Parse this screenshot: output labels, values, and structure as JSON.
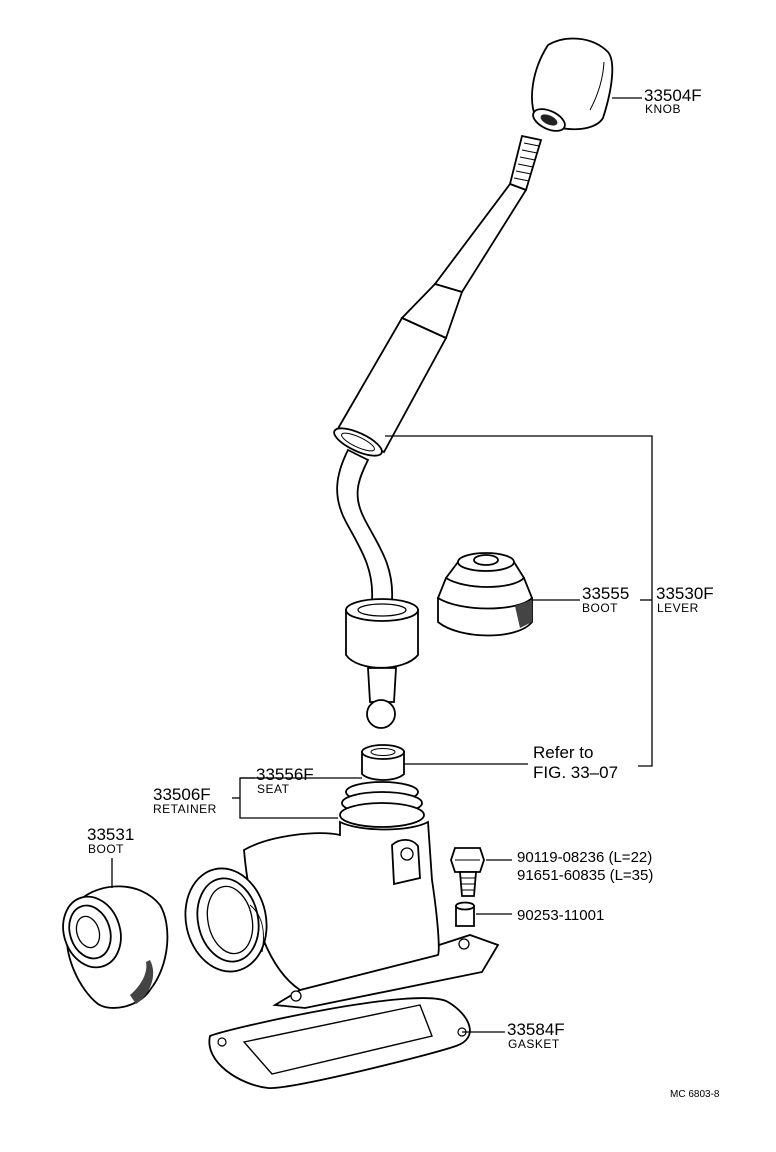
{
  "labels": {
    "knob": {
      "part_no": "33504F",
      "name": "KNOB"
    },
    "lever": {
      "part_no": "33530F",
      "name": "LEVER"
    },
    "boot_upper": {
      "part_no": "33555",
      "name": "BOOT"
    },
    "seat": {
      "part_no": "33556F",
      "name": "SEAT"
    },
    "retainer": {
      "part_no": "33506F",
      "name": "RETAINER"
    },
    "boot_side": {
      "part_no": "33531",
      "name": "BOOT"
    },
    "gasket": {
      "part_no": "33584F",
      "name": "GASKET"
    },
    "bolt_1": "90119-08236 (L=22)",
    "bolt_2": "91651-60835 (L=35)",
    "nut": "90253-11001",
    "refer_line1": "Refer to",
    "refer_line2": "FIG. 33–07"
  },
  "figure_code": "MC 6803-8"
}
